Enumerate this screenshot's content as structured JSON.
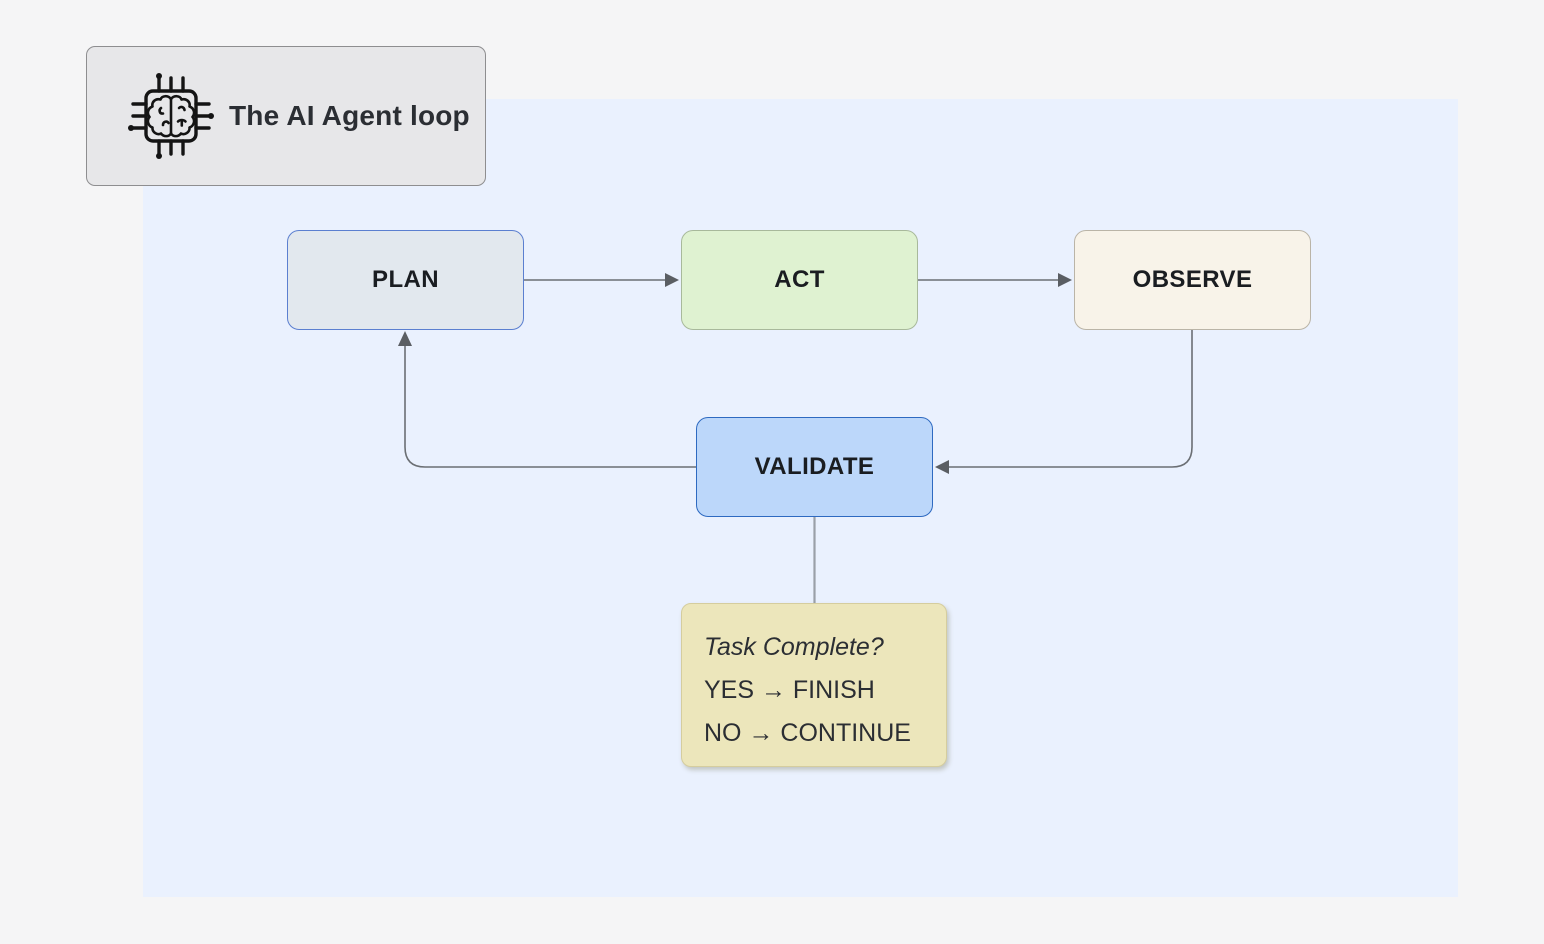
{
  "page": {
    "background_color": "#f5f5f6",
    "panel_color": "#eaf1fe",
    "connector_color": "#6b6f74",
    "arrowhead_color": "#5a5e63"
  },
  "header": {
    "title": "The AI Agent loop",
    "icon": "ai-chip-icon",
    "card_color": "#e7e7e9"
  },
  "diagram": {
    "nodes": [
      {
        "id": "plan",
        "label": "PLAN",
        "fill": "#e2e8ee",
        "border": "#5b7fd0"
      },
      {
        "id": "act",
        "label": "ACT",
        "fill": "#dff2d1",
        "border": "#a8b99b"
      },
      {
        "id": "observe",
        "label": "OBSERVE",
        "fill": "#f8f3e9",
        "border": "#bab4a7"
      },
      {
        "id": "validate",
        "label": "VALIDATE",
        "fill": "#bcd7fa",
        "border": "#2e6ac1"
      }
    ],
    "edges": [
      {
        "from": "plan",
        "to": "act",
        "arrow": true
      },
      {
        "from": "act",
        "to": "observe",
        "arrow": true
      },
      {
        "from": "observe",
        "to": "validate",
        "arrow": true
      },
      {
        "from": "validate",
        "to": "plan",
        "arrow": true
      },
      {
        "from": "validate",
        "to": "note",
        "arrow": false
      }
    ],
    "note": {
      "title": "Task Complete?",
      "lines": [
        "YES → FINISH",
        "NO → CONTINUE"
      ],
      "fill": "#ece6bb"
    }
  }
}
